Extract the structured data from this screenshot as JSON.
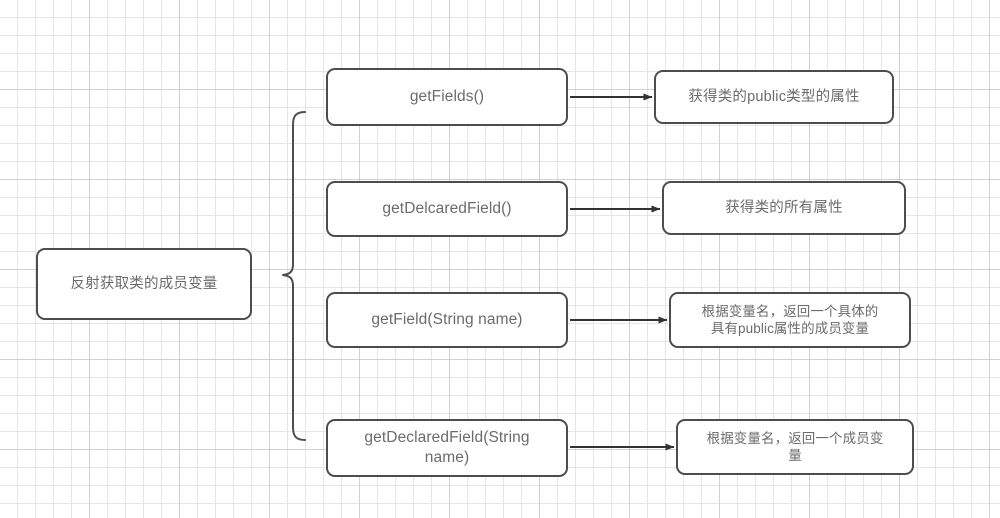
{
  "diagram": {
    "title_node": {
      "text": "反射获取类的成员变量"
    },
    "grouping": {
      "type": "curly-brace",
      "orientation": "left-pointing"
    },
    "rows": [
      {
        "method": "getFields()",
        "description": "获得类的public类型的属性",
        "connector": "arrow-right"
      },
      {
        "method": "getDelcaredField()",
        "description": "获得类的所有属性",
        "connector": "arrow-right"
      },
      {
        "method": "getField(String name)",
        "description": "根据变量名，返回一个具体的\n具有public属性的成员变量",
        "connector": "arrow-right"
      },
      {
        "method": "getDeclaredField(String\nname)",
        "description": "根据变量名，返回一个成员变\n量",
        "connector": "arrow-right"
      }
    ]
  },
  "colors": {
    "node_border": "#4d4d4d",
    "node_fill": "#ffffff",
    "text": "#6b6b6b",
    "connector": "#333333",
    "grid_minor": "#dedee2",
    "grid_major": "#bebec3"
  }
}
